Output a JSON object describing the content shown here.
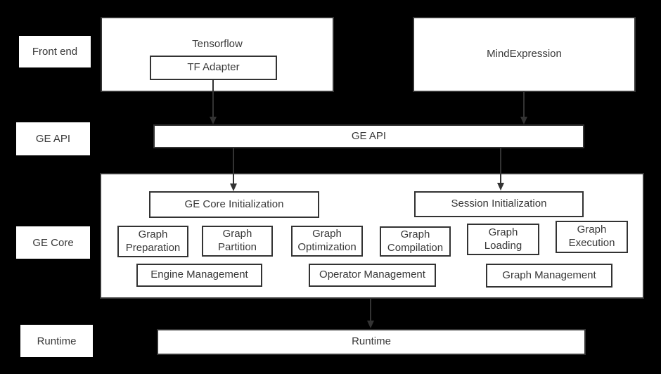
{
  "colors": {
    "background": "#000000",
    "box_fill": "#ffffff",
    "border": "#333333",
    "text": "#383838",
    "arrow": "#333333"
  },
  "rows": {
    "front_end": "Front end",
    "ge_api": "GE API",
    "ge_core": "GE Core",
    "runtime": "Runtime"
  },
  "front_end": {
    "tensorflow_label": "Tensorflow",
    "tf_adapter_label": "TF Adapter",
    "mindexpression_label": "MindExpression"
  },
  "ge_api": {
    "label": "GE API"
  },
  "ge_core": {
    "ge_core_initialization": "GE Core Initialization",
    "session_initialization": "Session Initialization",
    "stages": [
      "Graph Preparation",
      "Graph Partition",
      "Graph Optimization",
      "Graph Compilation",
      "Graph Loading",
      "Graph Execution"
    ],
    "management": [
      "Engine Management",
      "Operator Management",
      "Graph Management"
    ]
  },
  "runtime": {
    "label": "Runtime"
  }
}
